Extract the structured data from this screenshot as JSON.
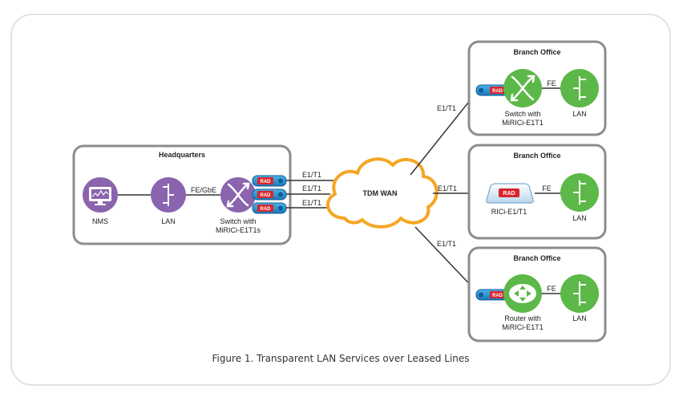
{
  "caption": "Figure 1. Transparent LAN Services over Leased Lines",
  "colors": {
    "frame_border": "#e0e0e0",
    "box_border": "#808080",
    "nms_purple": "#8a64ae",
    "lan_green": "#5cb848",
    "rad_blue": "#1f8fd0",
    "cloud_orange": "#f5a623",
    "rici_red": "#d9262c"
  },
  "headquarters": {
    "title": "Headquarters",
    "nms_label": "NMS",
    "lan_label": "LAN",
    "link_label": "FE/GbE",
    "switch_label_1": "Switch with",
    "switch_label_2": "MiRICi-E1T1s",
    "rad_labels": [
      "RAD",
      "RAD",
      "RAD"
    ],
    "trunk_labels": [
      "E1/T1",
      "E1/T1",
      "E1/T1"
    ]
  },
  "wan": {
    "label": "TDM WAN"
  },
  "branches": [
    {
      "title": "Branch Office",
      "device": "switch",
      "device_label_1": "Switch with",
      "device_label_2": "MiRICi-E1T1",
      "rad_label": "RAD",
      "link_label": "FE",
      "lan_label": "LAN",
      "wan_link_label": "E1/T1"
    },
    {
      "title": "Branch Office",
      "device": "rici",
      "device_label_1": "RICi-E1/T1",
      "rad_label": "RAD",
      "link_label": "FE",
      "lan_label": "LAN",
      "wan_link_label": "E1/T1"
    },
    {
      "title": "Branch Office",
      "device": "router",
      "device_label_1": "Router with",
      "device_label_2": "MiRICi-E1T1",
      "rad_label": "RAD",
      "link_label": "FE",
      "lan_label": "LAN",
      "wan_link_label": "E1/T1"
    }
  ]
}
